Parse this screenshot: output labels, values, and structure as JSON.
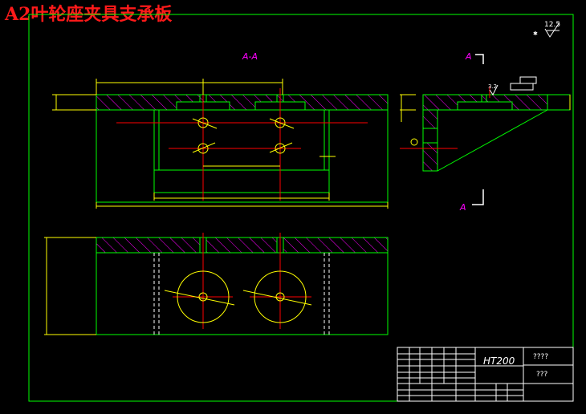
{
  "drawing": {
    "title": "A2叶轮座夹具支承板",
    "section_label": "A-A",
    "cut_label_top": "A",
    "cut_label_bottom": "A",
    "roughness_main": "12.5",
    "roughness_small": "3.2",
    "material": "HT200",
    "title_block_name": "????",
    "title_block_sub": "???"
  },
  "colors": {
    "outline": "#00ff00",
    "dimension": "#ffff00",
    "centerline": "#ff0000",
    "hatch": "#ff00ff",
    "label": "#ff00ff",
    "text": "#ffffff"
  }
}
